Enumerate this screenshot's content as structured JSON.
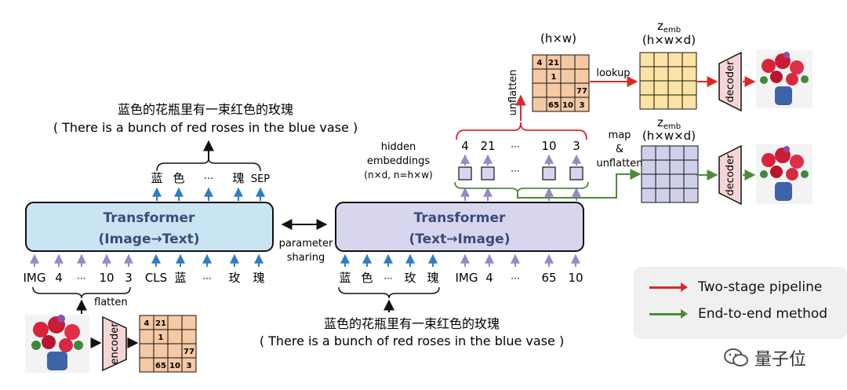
{
  "left_top": {
    "caption_zh": "蓝色的花瓶里有一束红色的玫瑰",
    "caption_en": "( There is a bunch of red roses in the blue vase )",
    "output_tokens": [
      "蓝",
      "色",
      "···",
      "瑰",
      "SEP"
    ]
  },
  "left_transformer": {
    "title": "Transformer",
    "subtitle": "(Image→Text)"
  },
  "left_inputs": {
    "image_tokens": [
      "IMG",
      "4",
      "···",
      "10",
      "3"
    ],
    "text_tokens": [
      "CLS",
      "蓝",
      "···",
      "玫",
      "瑰"
    ],
    "flatten_label": "flatten"
  },
  "encoder_label": "encoder",
  "grid_left": {
    "cells": [
      "4",
      "21",
      "",
      "",
      "",
      "1",
      "",
      "",
      "",
      "",
      "",
      "77",
      "",
      "65",
      "10",
      "3"
    ]
  },
  "middle": {
    "label_line1": "parameter",
    "label_line2": "sharing"
  },
  "right_transformer": {
    "title": "Transformer",
    "subtitle": "(Text→Image)"
  },
  "right_inputs": {
    "text_tokens": [
      "蓝",
      "色",
      "···",
      "玫",
      "瑰"
    ],
    "image_tokens": [
      "IMG",
      "4",
      "···",
      "65",
      "10"
    ]
  },
  "bottom_caption": {
    "zh": "蓝色的花瓶里有一束红色的玫瑰",
    "en": "( There is a bunch of red roses in the blue vase )"
  },
  "hidden": {
    "line1": "hidden",
    "line2": "embeddings",
    "line3": "(n×d, n=h×w)",
    "output_tokens": [
      "4",
      "21",
      "···",
      "10",
      "3"
    ],
    "dots": "···"
  },
  "top_right": {
    "unflatten_label": "unflatten",
    "grid_label": "(h×w)",
    "grid_cells": [
      "4",
      "21",
      "",
      "",
      "",
      "1",
      "",
      "",
      "",
      "",
      "",
      "77",
      "",
      "65",
      "10",
      "3"
    ],
    "lookup_label": "lookup",
    "zemb_label": "z",
    "zemb_sub": "emb",
    "zemb_dims": "(h×w×d)",
    "decoder_label": "decoder"
  },
  "bottom_right": {
    "map_line1": "map",
    "map_line2": "&",
    "map_line3": "unflatten",
    "zemb_label": "z",
    "zemb_sub": "emb",
    "zemb_dims": "(h×w×d)",
    "decoder_label": "decoder"
  },
  "legend": {
    "items": [
      {
        "label": "Two-stage pipeline",
        "color": "#d62b2b"
      },
      {
        "label": "End-to-end method",
        "color": "#4e8a3a"
      }
    ]
  },
  "watermark": {
    "text": "量子位"
  },
  "colors": {
    "arrow_purple": "#9b86c9",
    "arrow_blue": "#2f7cc4",
    "red": "#d62b2b",
    "green": "#4e8a3a",
    "grid_orange": "#f4c9a4",
    "grid_yellow": "#fbe3a4",
    "grid_purple": "#cfd0ea",
    "box_left": "#c9e4f3",
    "box_right": "#d7d6ee"
  }
}
